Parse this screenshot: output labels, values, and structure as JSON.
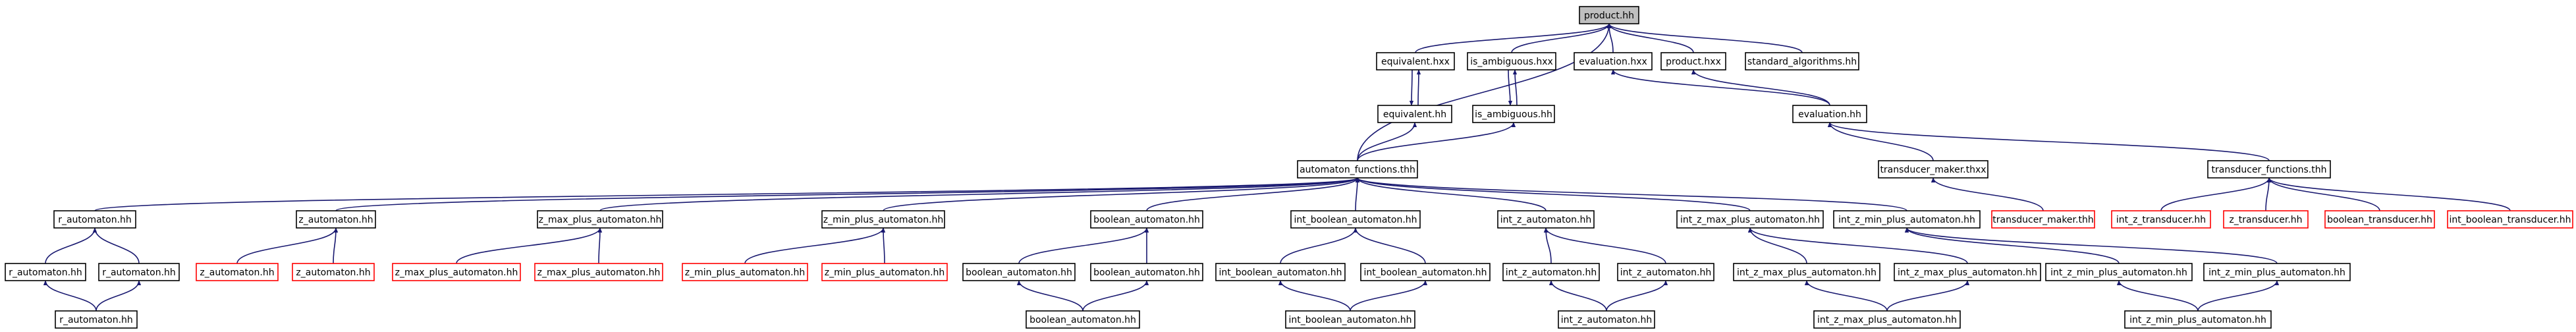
{
  "colors": {
    "edge": "#191970",
    "node_border": "#000000",
    "missing_border": "#ff0000",
    "root_fill": "#bfbfbf",
    "text": "#000000"
  },
  "nodes": [
    {
      "id": "n0",
      "label": "product.hh",
      "kind": "root"
    },
    {
      "id": "n1",
      "label": "equivalent.hxx",
      "kind": "normal"
    },
    {
      "id": "n2",
      "label": "is_ambiguous.hxx",
      "kind": "normal"
    },
    {
      "id": "n3",
      "label": "evaluation.hxx",
      "kind": "normal"
    },
    {
      "id": "n4",
      "label": "product.hxx",
      "kind": "normal"
    },
    {
      "id": "n5",
      "label": "standard_algorithms.hh",
      "kind": "normal"
    },
    {
      "id": "n6",
      "label": "equivalent.hh",
      "kind": "normal"
    },
    {
      "id": "n7",
      "label": "is_ambiguous.hh",
      "kind": "normal"
    },
    {
      "id": "n8",
      "label": "evaluation.hh",
      "kind": "normal"
    },
    {
      "id": "n9",
      "label": "automaton_functions.thh",
      "kind": "normal"
    },
    {
      "id": "n10",
      "label": "transducer_maker.thxx",
      "kind": "normal"
    },
    {
      "id": "n11",
      "label": "transducer_functions.thh",
      "kind": "normal"
    },
    {
      "id": "n12",
      "label": "r_automaton.hh",
      "kind": "normal"
    },
    {
      "id": "n13",
      "label": "z_automaton.hh",
      "kind": "normal"
    },
    {
      "id": "n14",
      "label": "z_max_plus_automaton.hh",
      "kind": "normal"
    },
    {
      "id": "n15",
      "label": "z_min_plus_automaton.hh",
      "kind": "normal"
    },
    {
      "id": "n16",
      "label": "boolean_automaton.hh",
      "kind": "normal"
    },
    {
      "id": "n17",
      "label": "int_boolean_automaton.hh",
      "kind": "normal"
    },
    {
      "id": "n18",
      "label": "int_z_automaton.hh",
      "kind": "normal"
    },
    {
      "id": "n19",
      "label": "int_z_max_plus_automaton.hh",
      "kind": "normal"
    },
    {
      "id": "n20",
      "label": "int_z_min_plus_automaton.hh",
      "kind": "normal"
    },
    {
      "id": "n21",
      "label": "transducer_maker.thh",
      "kind": "missing"
    },
    {
      "id": "n22",
      "label": "int_z_transducer.hh",
      "kind": "missing"
    },
    {
      "id": "n23",
      "label": "z_transducer.hh",
      "kind": "missing"
    },
    {
      "id": "n24",
      "label": "boolean_transducer.hh",
      "kind": "missing"
    },
    {
      "id": "n25",
      "label": "int_boolean_transducer.hh",
      "kind": "missing"
    },
    {
      "id": "n26",
      "label": "r_automaton.hh",
      "kind": "normal"
    },
    {
      "id": "n27",
      "label": "r_automaton.hh",
      "kind": "normal"
    },
    {
      "id": "n28",
      "label": "z_automaton.hh",
      "kind": "missing"
    },
    {
      "id": "n29",
      "label": "z_automaton.hh",
      "kind": "missing"
    },
    {
      "id": "n30",
      "label": "z_max_plus_automaton.hh",
      "kind": "missing"
    },
    {
      "id": "n31",
      "label": "z_max_plus_automaton.hh",
      "kind": "missing"
    },
    {
      "id": "n32",
      "label": "z_min_plus_automaton.hh",
      "kind": "missing"
    },
    {
      "id": "n33",
      "label": "z_min_plus_automaton.hh",
      "kind": "missing"
    },
    {
      "id": "n34",
      "label": "boolean_automaton.hh",
      "kind": "normal"
    },
    {
      "id": "n35",
      "label": "boolean_automaton.hh",
      "kind": "normal"
    },
    {
      "id": "n36",
      "label": "int_boolean_automaton.hh",
      "kind": "normal"
    },
    {
      "id": "n37",
      "label": "int_boolean_automaton.hh",
      "kind": "normal"
    },
    {
      "id": "n38",
      "label": "int_z_automaton.hh",
      "kind": "normal"
    },
    {
      "id": "n39",
      "label": "int_z_automaton.hh",
      "kind": "normal"
    },
    {
      "id": "n40",
      "label": "int_z_max_plus_automaton.hh",
      "kind": "normal"
    },
    {
      "id": "n41",
      "label": "int_z_max_plus_automaton.hh",
      "kind": "normal"
    },
    {
      "id": "n42",
      "label": "int_z_min_plus_automaton.hh",
      "kind": "normal"
    },
    {
      "id": "n43",
      "label": "int_z_min_plus_automaton.hh",
      "kind": "normal"
    },
    {
      "id": "n44",
      "label": "r_automaton.hh",
      "kind": "normal"
    },
    {
      "id": "n45",
      "label": "boolean_automaton.hh",
      "kind": "normal"
    },
    {
      "id": "n46",
      "label": "int_boolean_automaton.hh",
      "kind": "normal"
    },
    {
      "id": "n47",
      "label": "int_z_automaton.hh",
      "kind": "normal"
    },
    {
      "id": "n48",
      "label": "int_z_max_plus_automaton.hh",
      "kind": "normal"
    },
    {
      "id": "n49",
      "label": "int_z_min_plus_automaton.hh",
      "kind": "normal"
    }
  ],
  "edges": [
    {
      "from": "n1",
      "to": "n0"
    },
    {
      "from": "n2",
      "to": "n0"
    },
    {
      "from": "n3",
      "to": "n0"
    },
    {
      "from": "n4",
      "to": "n0"
    },
    {
      "from": "n5",
      "to": "n0"
    },
    {
      "from": "n9",
      "to": "n0"
    },
    {
      "from": "n8",
      "to": "n4"
    },
    {
      "from": "n6",
      "to": "n1"
    },
    {
      "from": "n1",
      "to": "n6"
    },
    {
      "from": "n7",
      "to": "n2"
    },
    {
      "from": "n2",
      "to": "n7"
    },
    {
      "from": "n8",
      "to": "n3"
    },
    {
      "from": "n9",
      "to": "n6"
    },
    {
      "from": "n9",
      "to": "n7"
    },
    {
      "from": "n10",
      "to": "n8"
    },
    {
      "from": "n11",
      "to": "n8"
    },
    {
      "from": "n21",
      "to": "n10"
    },
    {
      "from": "n12",
      "to": "n9"
    },
    {
      "from": "n13",
      "to": "n9"
    },
    {
      "from": "n14",
      "to": "n9"
    },
    {
      "from": "n15",
      "to": "n9"
    },
    {
      "from": "n16",
      "to": "n9"
    },
    {
      "from": "n17",
      "to": "n9"
    },
    {
      "from": "n18",
      "to": "n9"
    },
    {
      "from": "n19",
      "to": "n9"
    },
    {
      "from": "n20",
      "to": "n9"
    },
    {
      "from": "n22",
      "to": "n11"
    },
    {
      "from": "n23",
      "to": "n11"
    },
    {
      "from": "n24",
      "to": "n11"
    },
    {
      "from": "n25",
      "to": "n11"
    },
    {
      "from": "n26",
      "to": "n12"
    },
    {
      "from": "n27",
      "to": "n12"
    },
    {
      "from": "n28",
      "to": "n13"
    },
    {
      "from": "n29",
      "to": "n13"
    },
    {
      "from": "n30",
      "to": "n14"
    },
    {
      "from": "n31",
      "to": "n14"
    },
    {
      "from": "n32",
      "to": "n15"
    },
    {
      "from": "n33",
      "to": "n15"
    },
    {
      "from": "n34",
      "to": "n16"
    },
    {
      "from": "n35",
      "to": "n16"
    },
    {
      "from": "n36",
      "to": "n17"
    },
    {
      "from": "n37",
      "to": "n17"
    },
    {
      "from": "n38",
      "to": "n18"
    },
    {
      "from": "n39",
      "to": "n18"
    },
    {
      "from": "n40",
      "to": "n19"
    },
    {
      "from": "n41",
      "to": "n19"
    },
    {
      "from": "n42",
      "to": "n20"
    },
    {
      "from": "n43",
      "to": "n20"
    },
    {
      "from": "n44",
      "to": "n26"
    },
    {
      "from": "n44",
      "to": "n27"
    },
    {
      "from": "n45",
      "to": "n34"
    },
    {
      "from": "n45",
      "to": "n35"
    },
    {
      "from": "n46",
      "to": "n36"
    },
    {
      "from": "n46",
      "to": "n37"
    },
    {
      "from": "n47",
      "to": "n38"
    },
    {
      "from": "n47",
      "to": "n39"
    },
    {
      "from": "n48",
      "to": "n40"
    },
    {
      "from": "n48",
      "to": "n41"
    },
    {
      "from": "n49",
      "to": "n42"
    },
    {
      "from": "n49",
      "to": "n43"
    }
  ]
}
